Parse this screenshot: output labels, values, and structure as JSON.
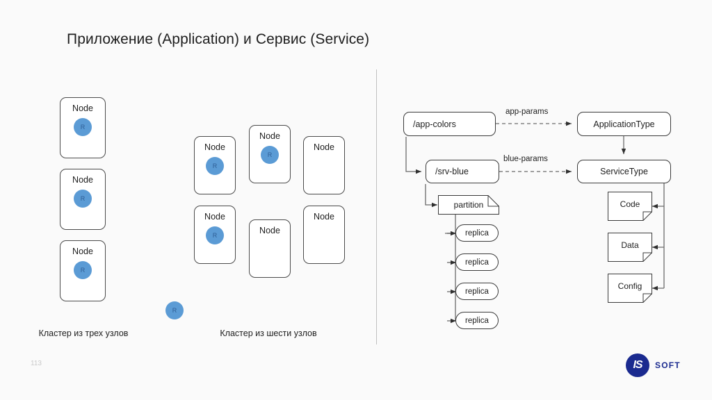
{
  "slide": {
    "title": "Приложение (Application) и Сервис (Service)",
    "page_number": "113"
  },
  "colors": {
    "background": "#FAFAFA",
    "replica_circle": "#5B9BD5",
    "box_border": "#3A3A3A",
    "divider": "#BFBFBF",
    "logo": "#1A2A8F",
    "page_number": "#C9C9C9"
  },
  "left_panel": {
    "cluster_three": {
      "caption": "Кластер из трех узлов",
      "nodes": [
        {
          "label": "Node",
          "has_replica": true,
          "replica_label": "R"
        },
        {
          "label": "Node",
          "has_replica": true,
          "replica_label": "R"
        },
        {
          "label": "Node",
          "has_replica": true,
          "replica_label": "R"
        }
      ]
    },
    "cluster_six": {
      "caption": "Кластер из шести узлов",
      "nodes": [
        {
          "label": "Node",
          "has_replica": true,
          "replica_label": "R"
        },
        {
          "label": "Node",
          "has_replica": true,
          "replica_label": "R"
        },
        {
          "label": "Node",
          "has_replica": true,
          "replica_label": "R"
        },
        {
          "label": "Node",
          "has_replica": false,
          "replica_label": ""
        },
        {
          "label": "Node",
          "has_replica": false,
          "replica_label": ""
        },
        {
          "label": "Node",
          "has_replica": false,
          "replica_label": ""
        }
      ]
    },
    "floating_replica": {
      "label": "R"
    }
  },
  "right_panel": {
    "boxes": {
      "app_colors": "/app-colors",
      "srv_blue": "/srv-blue",
      "application_type": "ApplicationType",
      "service_type": "ServiceType",
      "partition": "partition"
    },
    "edge_labels": {
      "app_params": "app-params",
      "blue_params": "blue-params"
    },
    "replicas": [
      {
        "label": "replica"
      },
      {
        "label": "replica"
      },
      {
        "label": "replica"
      },
      {
        "label": "replica"
      }
    ],
    "artifacts": [
      {
        "label": "Code"
      },
      {
        "label": "Data"
      },
      {
        "label": "Config"
      }
    ]
  },
  "footer": {
    "logo_mark": "IS",
    "logo_word": "SOFT"
  }
}
